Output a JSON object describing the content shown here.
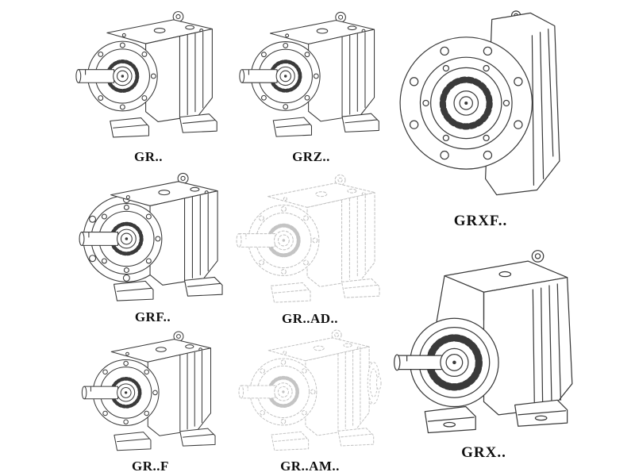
{
  "page": {
    "background": "#ffffff"
  },
  "colors": {
    "line": "#3a3a3a",
    "ghost_line": "#c4c4c4"
  },
  "catalog": {
    "items": [
      {
        "id": "gr",
        "label": "GR..",
        "style": "solid"
      },
      {
        "id": "grz",
        "label": "GRZ..",
        "style": "solid"
      },
      {
        "id": "grxf",
        "label": "GRXF..",
        "style": "solid"
      },
      {
        "id": "grf",
        "label": "GRF..",
        "style": "solid"
      },
      {
        "id": "gr-ad",
        "label": "GR..AD..",
        "style": "ghost"
      },
      {
        "id": "gr-f",
        "label": "GR..F",
        "style": "solid"
      },
      {
        "id": "gr-am",
        "label": "GR..AM..",
        "style": "ghost"
      },
      {
        "id": "grx",
        "label": "GRX..",
        "style": "solid"
      }
    ]
  }
}
